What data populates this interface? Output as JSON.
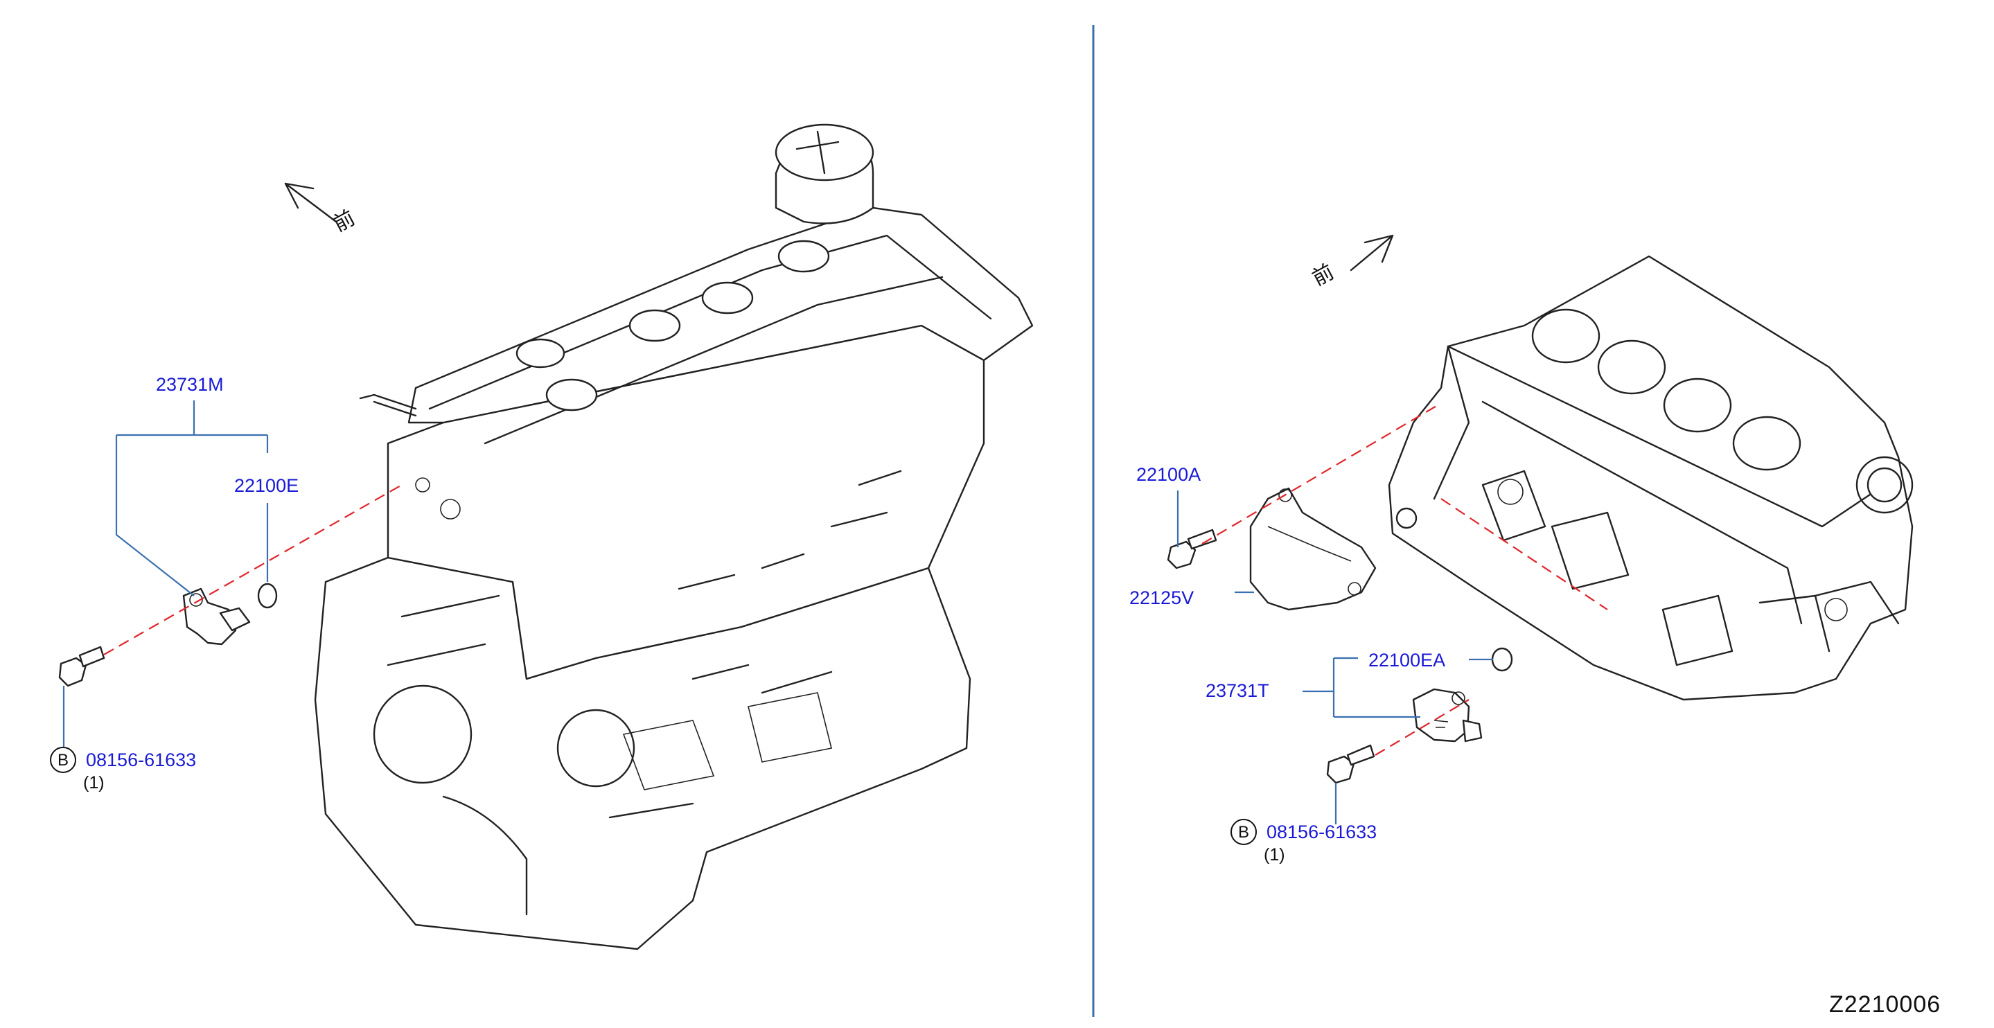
{
  "diagram_code": "Z2210006",
  "front_marker": "前",
  "left_view": {
    "callouts": {
      "sensor": "23731M",
      "o_ring": "22100E",
      "bolt": "08156-61633",
      "bolt_qty": "(1)",
      "bolt_badge": "B"
    }
  },
  "right_view": {
    "callouts": {
      "bolt_small": "22100A",
      "bracket": "22125V",
      "o_ring": "22100EA",
      "sensor": "23731T",
      "bolt": "08156-61633",
      "bolt_qty": "(1)",
      "bolt_badge": "B"
    }
  },
  "colors": {
    "callout_text": "#1a1ad6",
    "leader_line": "#3a6fb0",
    "dashed_alignment": "#e0262b",
    "drawing": "#222222"
  }
}
